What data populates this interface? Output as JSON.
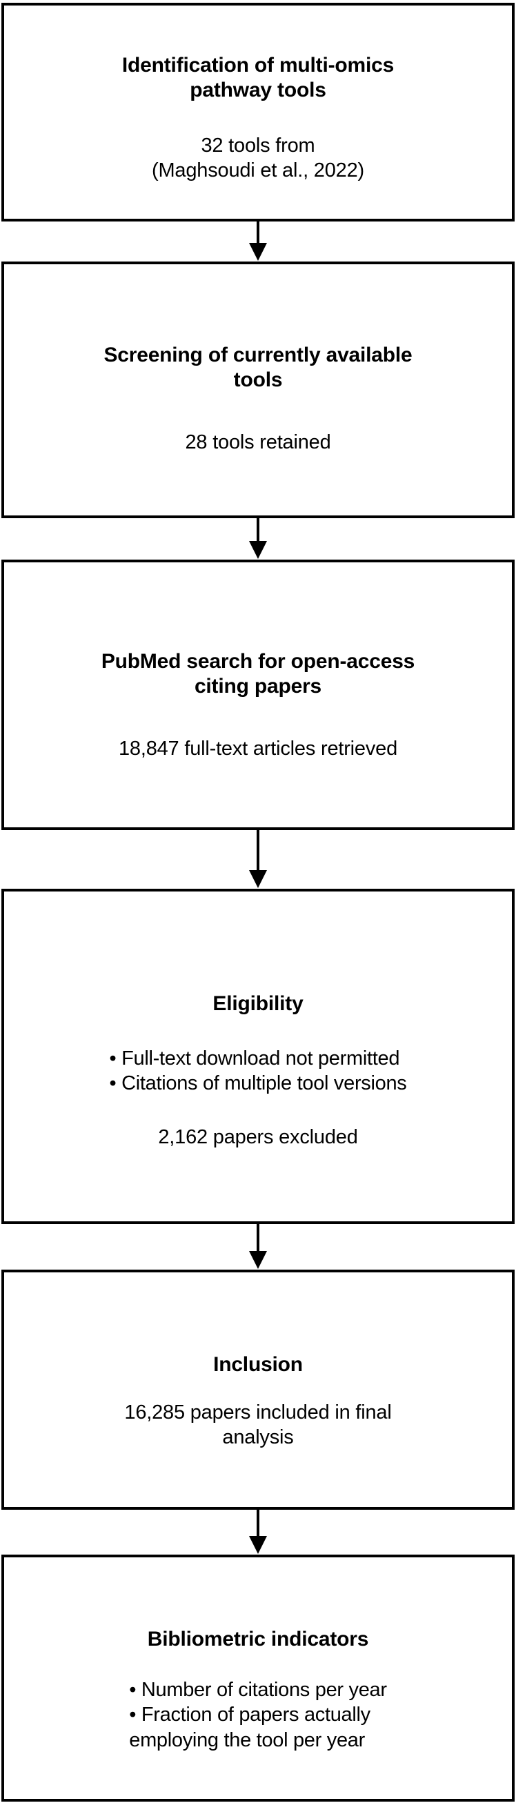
{
  "diagram": {
    "type": "flowchart",
    "orientation": "vertical",
    "colors": {
      "box_border": "#000000",
      "box_fill": "#ffffff",
      "arrow": "#000000",
      "text": "#000000"
    },
    "steps": [
      {
        "id": "identification",
        "title": "Identification of multi-omics\npathway tools",
        "body": "32 tools from\n(Maghsoudi et al., 2022)"
      },
      {
        "id": "screening",
        "title": "Screening of currently available\ntools",
        "body": "28 tools retained"
      },
      {
        "id": "pubmed",
        "title": "PubMed search for open-access\nciting papers",
        "body": "18,847 full-text articles retrieved"
      },
      {
        "id": "eligibility",
        "title": "Eligibility",
        "bullets": "• Full-text download not permitted\n• Citations of multiple tool versions",
        "body": "2,162 papers excluded"
      },
      {
        "id": "inclusion",
        "title": "Inclusion",
        "body": "16,285 papers included in final\nanalysis"
      },
      {
        "id": "indicators",
        "title": "Bibliometric indicators",
        "bullets": "• Number of citations per year\n• Fraction of papers actually\nemploying the tool per year"
      }
    ],
    "arrows": [
      {
        "id": "arrow-1",
        "from": "identification",
        "to": "screening",
        "direction": "down"
      },
      {
        "id": "arrow-2",
        "from": "screening",
        "to": "pubmed",
        "direction": "down"
      },
      {
        "id": "arrow-3",
        "from": "pubmed",
        "to": "eligibility",
        "direction": "down"
      },
      {
        "id": "arrow-4",
        "from": "eligibility",
        "to": "inclusion",
        "direction": "down"
      },
      {
        "id": "arrow-5",
        "from": "inclusion",
        "to": "indicators",
        "direction": "down"
      }
    ]
  }
}
